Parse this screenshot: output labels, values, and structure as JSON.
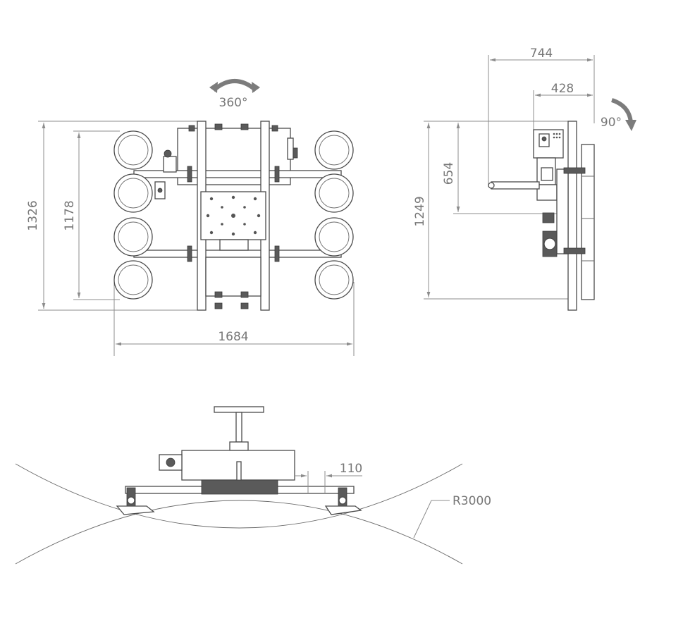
{
  "top_view": {
    "rotation_label": "360°",
    "height_outer_label": "1326",
    "height_inner_label": "1178",
    "width_label": "1684"
  },
  "side_view": {
    "rotation_label": "90°",
    "depth_outer_label": "744",
    "depth_inner_label": "428",
    "height_label": "1249",
    "arm_height_label": "654"
  },
  "front_view": {
    "spacing_label": "110",
    "radius_label": "R3000"
  },
  "colors": {
    "line": "#4a4a4a",
    "dimension": "#8c8c8c",
    "text": "#777777"
  }
}
